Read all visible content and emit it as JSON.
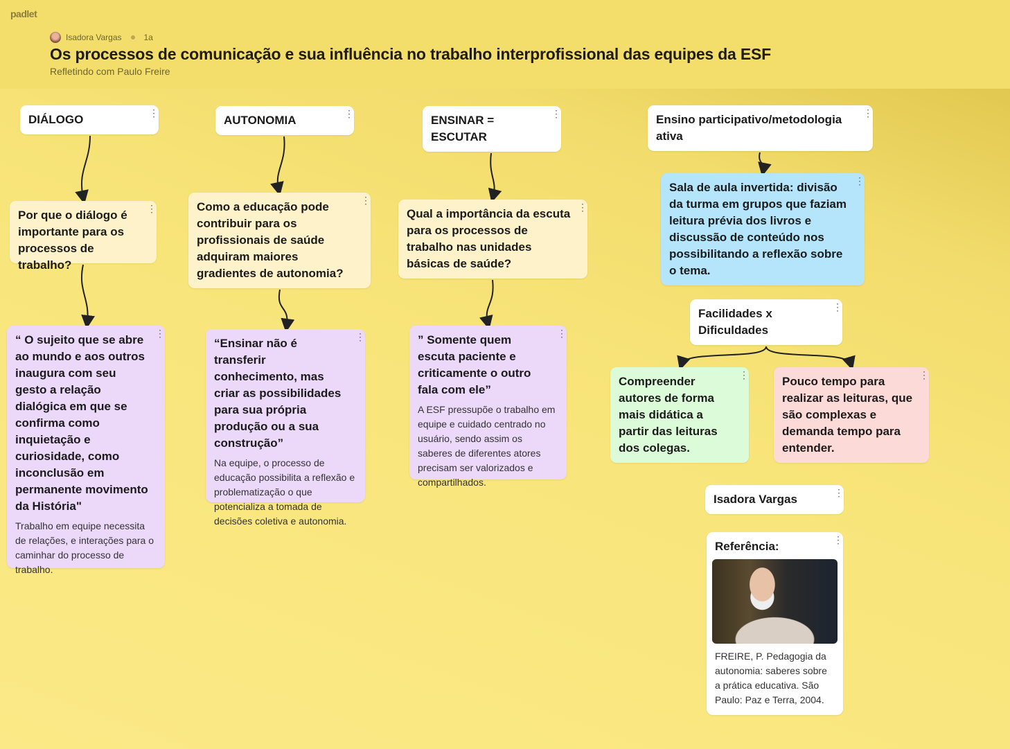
{
  "app": {
    "logo": "padlet"
  },
  "header": {
    "author": "Isadora Vargas",
    "age": "1a",
    "title": "Os processos de comunicação e sua influência no trabalho interprofissional das equipes da ESF",
    "subtitle": "Refletindo com Paulo Freire"
  },
  "cards": [
    {
      "title": "DIÁLOGO"
    },
    {
      "title": "Por que o diálogo é importante para os processos de trabalho?"
    },
    {
      "title": "“ O sujeito que se abre ao mundo e aos outros inaugura com seu gesto a relação dialógica em que se confirma como inquietação e curiosidade, como inconclusão em permanente movimento da História\"",
      "body": "Trabalho em equipe necessita de relações, e interações para o caminhar do processo de trabalho."
    },
    {
      "title": "AUTONOMIA"
    },
    {
      "title": "Como a educação pode contribuir para os profissionais de saúde adquiram maiores gradientes de autonomia?"
    },
    {
      "title": "“Ensinar não é transferir conhecimento, mas criar as possibilidades para sua própria produção ou a sua construção”",
      "body": "Na equipe, o processo de educação possibilita a reflexão e problematização o que potencializa a tomada de decisões coletiva e autonomia."
    },
    {
      "title": "ENSINAR = ESCUTAR"
    },
    {
      "title": "Qual a importância da escuta para os processos de trabalho nas unidades básicas de saúde?"
    },
    {
      "title": "” Somente quem escuta paciente e criticamente o outro fala com ele”",
      "body": "A ESF pressupõe o trabalho em equipe e cuidado centrado no usuário, sendo assim os saberes de diferentes atores precisam ser valorizados e compartilhados."
    },
    {
      "title": "Ensino participativo/metodologia ativa"
    },
    {
      "title": "Sala de aula invertida: divisão da turma em grupos que faziam leitura prévia dos livros e discussão de conteúdo nos possibilitando a reflexão sobre o tema."
    },
    {
      "title": "Facilidades x Dificuldades"
    },
    {
      "title": "Compreender autores de forma mais didática a partir das leituras dos colegas."
    },
    {
      "title": "Pouco tempo para realizar as leituras, que são complexas e demanda tempo para entender."
    },
    {
      "title": "Isadora Vargas"
    },
    {
      "title": "Referência:",
      "body": "FREIRE, P. Pedagogia da autonomia: saberes sobre a prática educativa. São Paulo: Paz e Terra, 2004."
    }
  ],
  "menu_icon": "⋮"
}
